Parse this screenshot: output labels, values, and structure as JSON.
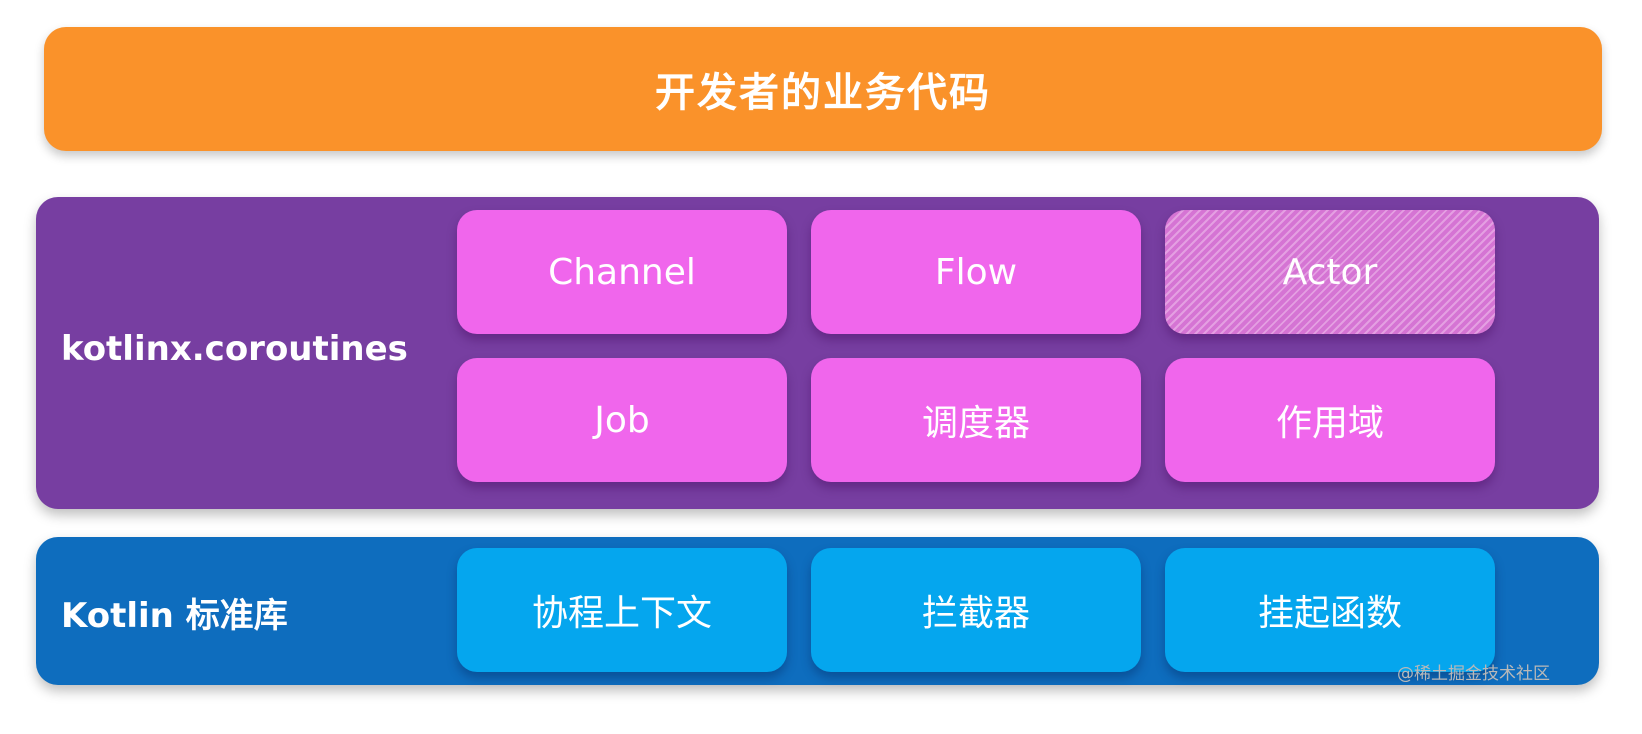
{
  "top_layer": {
    "title": "开发者的业务代码",
    "color": "#fa922a"
  },
  "middle_layer": {
    "label": "kotlinx.coroutines",
    "color": "#773ea1",
    "items": [
      {
        "label": "Channel"
      },
      {
        "label": "Flow"
      },
      {
        "label": "Actor",
        "style": "hatched"
      },
      {
        "label": "Job"
      },
      {
        "label": "调度器"
      },
      {
        "label": "作用域"
      }
    ]
  },
  "bottom_layer": {
    "label": "Kotlin 标准库",
    "color": "#0e6dbe",
    "items": [
      {
        "label": "协程上下文"
      },
      {
        "label": "拦截器"
      },
      {
        "label": "挂起函数"
      }
    ]
  },
  "watermark": "@稀土掘金技术社区"
}
